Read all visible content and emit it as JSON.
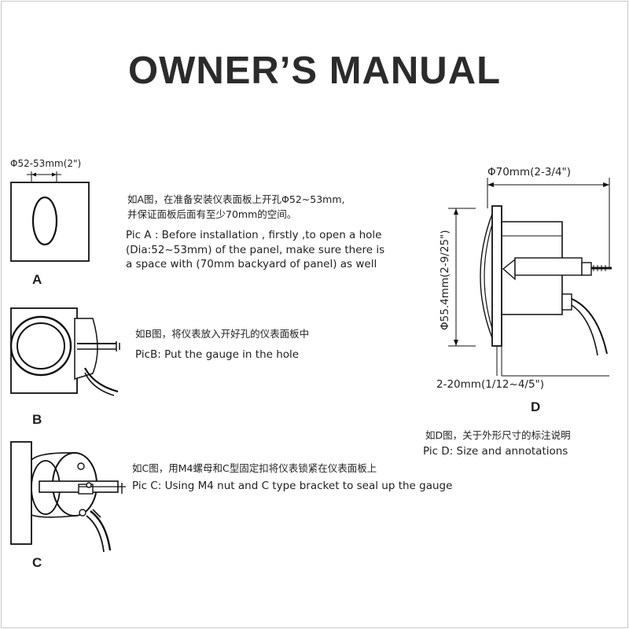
{
  "title": "OWNER’S  MANUAL",
  "pic_a": {
    "label": "A",
    "hole_dim": "Φ52-53mm(2\")",
    "zh_line1": "如A图，在准备安装仪表面板上开孔Φ52~53mm,",
    "zh_line2": "并保证面板后面有至少70mm的空间。",
    "en_line1": "Pic A : Before installation , firstly ,to open a hole",
    "en_line2": "(Dia:52~53mm) of the panel, make sure there is",
    "en_line3": "a space with (70mm backyard of panel)  as well"
  },
  "pic_b": {
    "label": "B",
    "zh": "如B图，将仪表放入开好孔的仪表面板中",
    "en": "PicB: Put the gauge in the hole"
  },
  "pic_c": {
    "label": "C",
    "zh": "如C图，用M4螺母和C型固定扣将仪表锁紧在仪表面板上",
    "en": "Pic C: Using M4 nut and C type bracket to seal up the gauge"
  },
  "pic_d": {
    "label": "D",
    "dim_width": "Φ70mm(2-3/4\")",
    "dim_height": "Φ55.4mm(2-9/25\")",
    "dim_depth": "2-20mm(1/12~4/5\")",
    "zh": "如D图，关于外形尺寸的标注说明",
    "en": "Pic D: Size and annotations"
  }
}
